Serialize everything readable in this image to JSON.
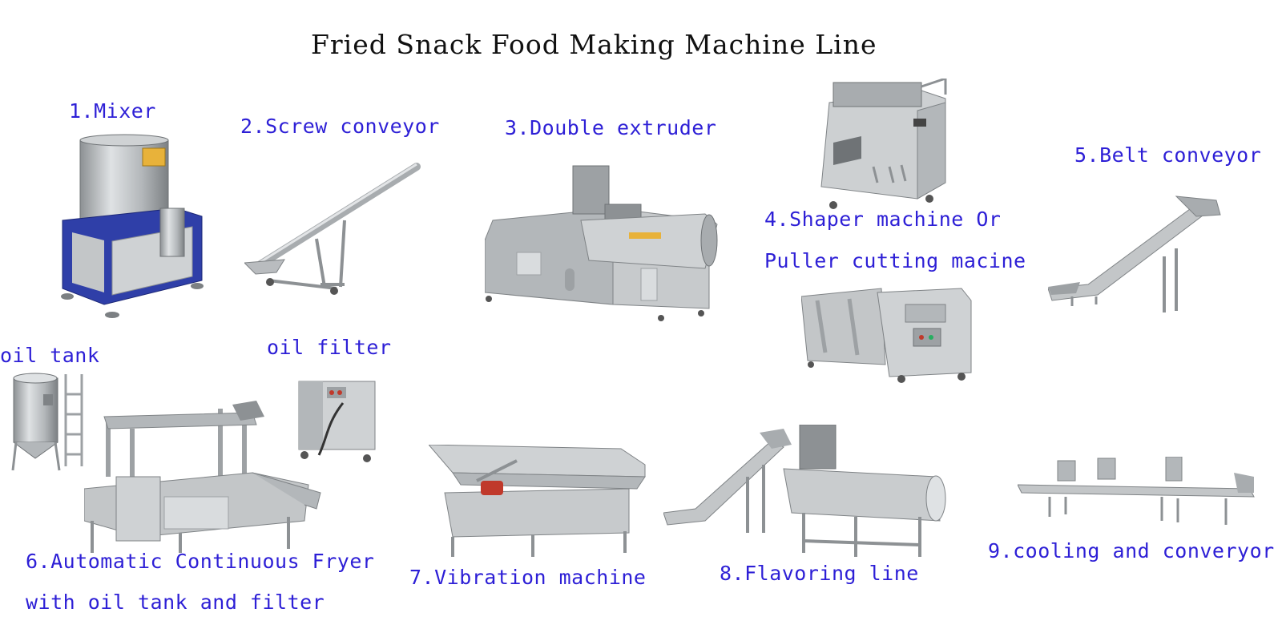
{
  "title": "Fried Snack Food Making Machine Line",
  "colors": {
    "title": "#111111",
    "label": "#2d1fd6",
    "steel": "#b9bcbf",
    "steel_dark": "#7f8386",
    "mixer_frame": "#2f3fa8"
  },
  "steps": [
    {
      "label": "1.Mixer",
      "icon": "mixer-icon"
    },
    {
      "label": "2.Screw conveyor",
      "icon": "screw-conveyor-icon"
    },
    {
      "label": "3.Double extruder",
      "icon": "double-extruder-icon"
    },
    {
      "label_line1": "4.Shaper machine Or",
      "label_line2": "Puller cutting macine",
      "icon": "shaper-machine-icon"
    },
    {
      "label": "5.Belt conveyor",
      "icon": "belt-conveyor-icon"
    },
    {
      "label_line1": "6.Automatic Continuous Fryer",
      "label_line2": "with oil tank and filter",
      "icon": "continuous-fryer-icon"
    },
    {
      "label": "7.Vibration machine",
      "icon": "vibration-machine-icon"
    },
    {
      "label": "8.Flavoring line",
      "icon": "flavoring-line-icon"
    },
    {
      "label": "9.cooling and converyor",
      "icon": "cooling-conveyor-icon"
    }
  ],
  "oil_tank_label": "oil tank",
  "oil_filter_label": "oil filter"
}
